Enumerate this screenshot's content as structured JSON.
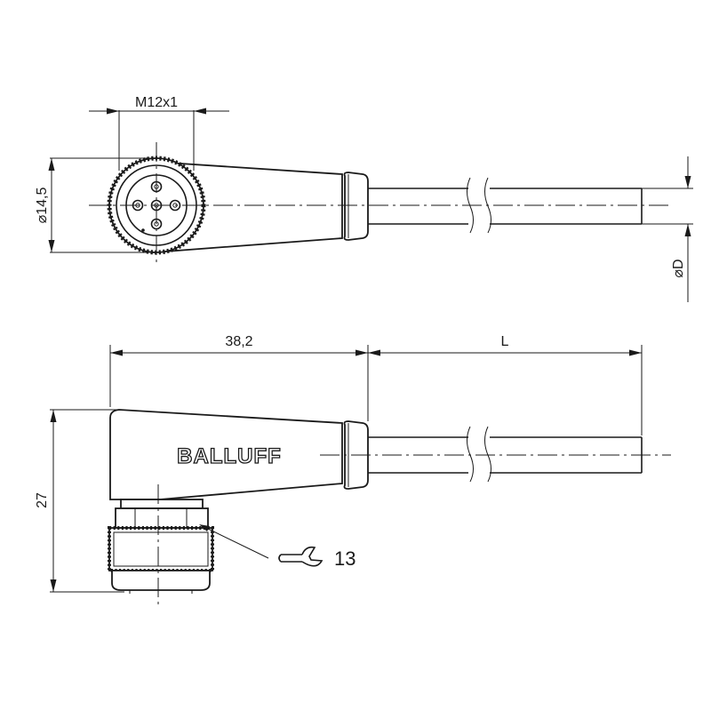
{
  "drawing": {
    "brand": "BALLUFF",
    "dimensions": {
      "thread": "M12x1",
      "diameter": "⌀14,5",
      "cable_diameter": "⌀D",
      "length_head": "38,2",
      "length_cable": "L",
      "height": "27"
    },
    "callout": {
      "icon": "wrench-icon",
      "value": "13"
    }
  }
}
